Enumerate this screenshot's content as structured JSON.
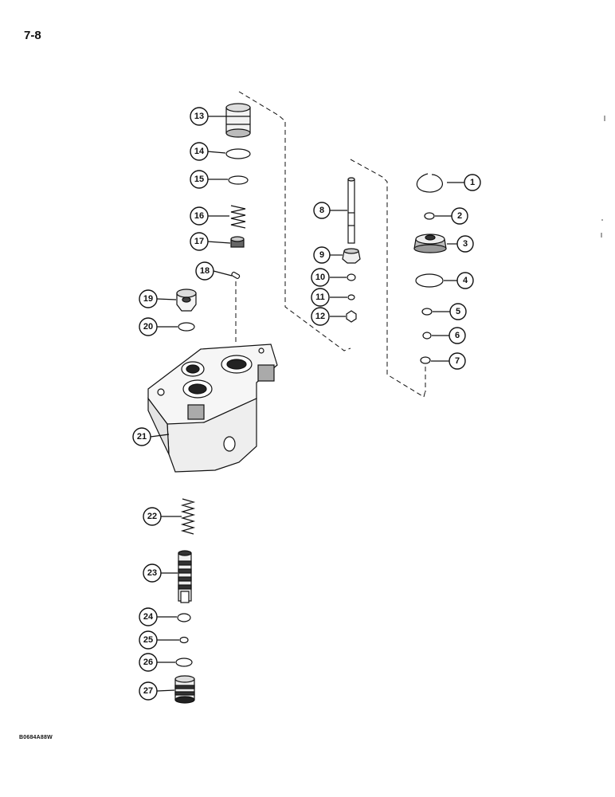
{
  "page": {
    "number": "7-8",
    "figure_code": "B0684A88W"
  },
  "callouts": [
    {
      "id": "1",
      "label": "1"
    },
    {
      "id": "2",
      "label": "2"
    },
    {
      "id": "3",
      "label": "3"
    },
    {
      "id": "4",
      "label": "4"
    },
    {
      "id": "5",
      "label": "5"
    },
    {
      "id": "6",
      "label": "6"
    },
    {
      "id": "7",
      "label": "7"
    },
    {
      "id": "8",
      "label": "8"
    },
    {
      "id": "9",
      "label": "9"
    },
    {
      "id": "10",
      "label": "10"
    },
    {
      "id": "11",
      "label": "11"
    },
    {
      "id": "12",
      "label": "12"
    },
    {
      "id": "13",
      "label": "13"
    },
    {
      "id": "14",
      "label": "14"
    },
    {
      "id": "15",
      "label": "15"
    },
    {
      "id": "16",
      "label": "16"
    },
    {
      "id": "17",
      "label": "17"
    },
    {
      "id": "18",
      "label": "18"
    },
    {
      "id": "19",
      "label": "19"
    },
    {
      "id": "20",
      "label": "20"
    },
    {
      "id": "21",
      "label": "21"
    },
    {
      "id": "22",
      "label": "22"
    },
    {
      "id": "23",
      "label": "23"
    },
    {
      "id": "24",
      "label": "24"
    },
    {
      "id": "25",
      "label": "25"
    },
    {
      "id": "26",
      "label": "26"
    },
    {
      "id": "27",
      "label": "27"
    }
  ]
}
